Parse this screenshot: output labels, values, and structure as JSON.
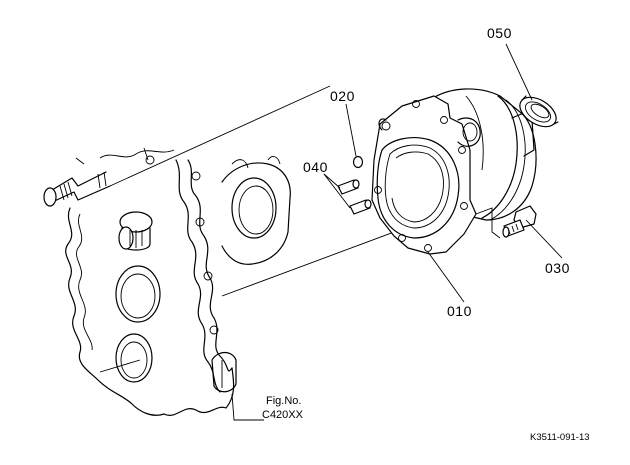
{
  "diagram": {
    "callouts": {
      "p010": "010",
      "p020": "020",
      "p030": "030",
      "p040": "040",
      "p050": "050"
    },
    "figure": {
      "label": "Fig.No.",
      "number": "C420XX"
    },
    "drawing_code": "K3511-091-13"
  }
}
